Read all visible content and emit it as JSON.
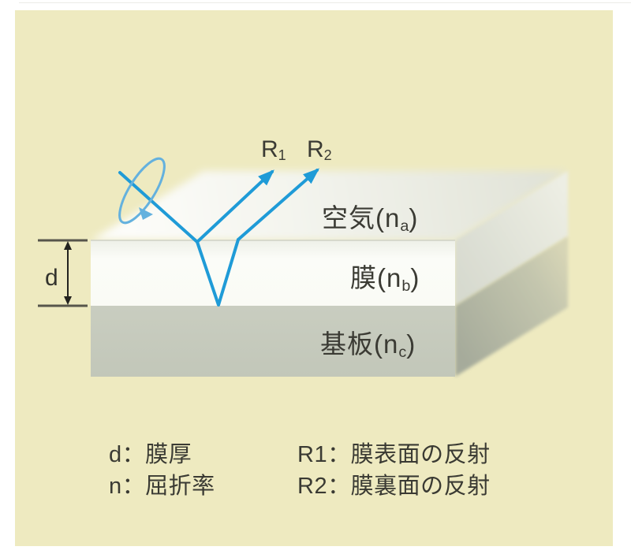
{
  "colors": {
    "panel_bg": "#eeeac0",
    "ray_blue": "#1f9bd7",
    "loop_blue": "#64b1de",
    "film_white": "#fbfcf8",
    "substrate_gray": "#c6cabe",
    "text_dark": "#3a3a33"
  },
  "diagram": {
    "labels": {
      "r1": {
        "pre": "R",
        "sub": "1"
      },
      "r2": {
        "pre": "R",
        "sub": "2"
      },
      "air": {
        "pre": "空気(n",
        "sub": "a",
        "post": ")"
      },
      "film": {
        "pre": "膜(n",
        "sub": "b",
        "post": ")"
      },
      "substrate": {
        "pre": "基板(n",
        "sub": "c",
        "post": ")"
      },
      "thickness": "d"
    }
  },
  "legend": {
    "items": [
      {
        "label": "d：膜厚"
      },
      {
        "label": "n：屈折率"
      },
      {
        "label": "R1：膜表面の反射"
      },
      {
        "label": "R2：膜裏面の反射"
      }
    ]
  }
}
